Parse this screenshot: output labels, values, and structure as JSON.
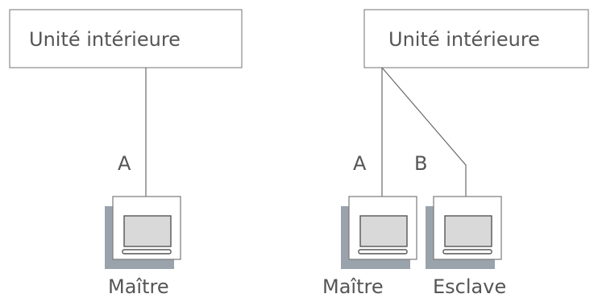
{
  "left": {
    "indoor_unit_label": "Unité intérieure",
    "cable_a_label": "A",
    "controller_label": "Maître"
  },
  "right": {
    "indoor_unit_label": "Unité intérieure",
    "cable_a_label": "A",
    "cable_b_label": "B",
    "master_label": "Maître",
    "slave_label": "Esclave"
  },
  "colors": {
    "line": "#6a6a6a",
    "text": "#555555",
    "shadow": "#9aa3ab",
    "screen": "#d9d9d9"
  }
}
